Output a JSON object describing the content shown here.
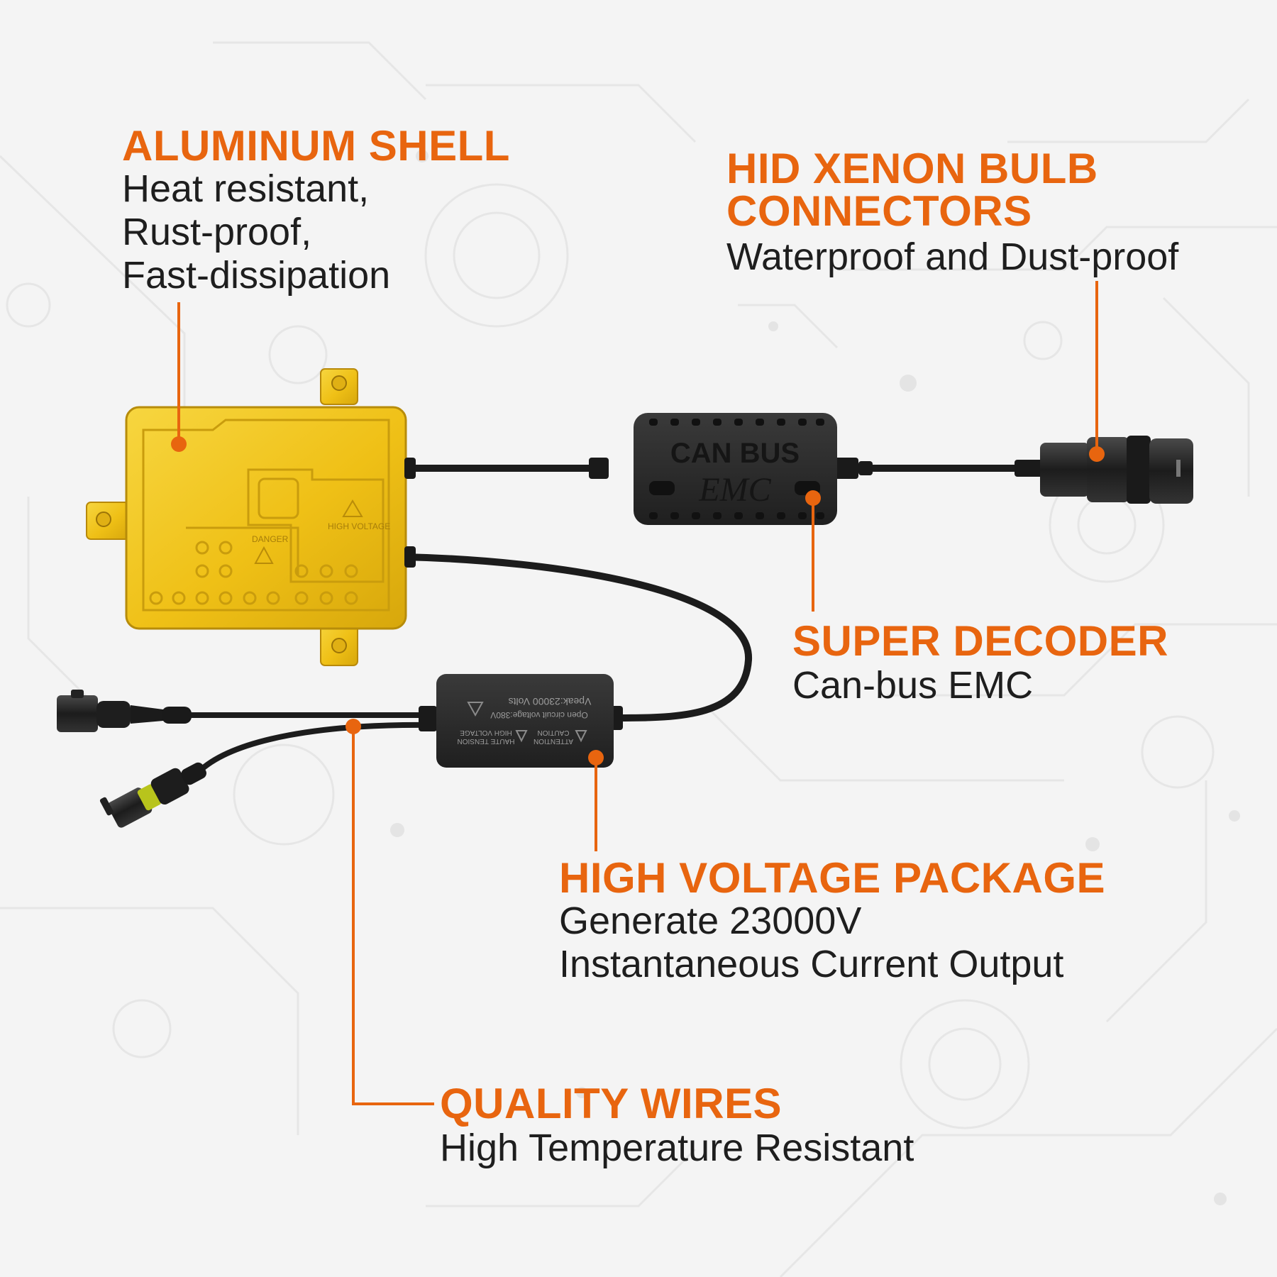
{
  "callouts": {
    "aluminum_shell": {
      "title": "ALUMINUM SHELL",
      "lines": [
        "Heat resistant,",
        "Rust-proof,",
        "Fast-dissipation"
      ]
    },
    "bulb_connectors": {
      "title_lines": [
        "HID XENON BULB",
        "CONNECTORS"
      ],
      "lines": [
        "Waterproof and Dust-proof"
      ]
    },
    "super_decoder": {
      "title": "SUPER DECODER",
      "lines": [
        "Can-bus EMC"
      ]
    },
    "high_voltage": {
      "title": "HIGH VOLTAGE PACKAGE",
      "lines": [
        "Generate 23000V",
        "Instantaneous Current Output"
      ]
    },
    "quality_wires": {
      "title": "QUALITY WIRES",
      "lines": [
        "High Temperature Resistant"
      ]
    }
  },
  "product_labels": {
    "ballast_high_voltage": "HIGH VOLTAGE",
    "ballast_danger": "DANGER",
    "decoder_top": "CAN BUS",
    "decoder_bottom": "EMC",
    "igniter_line1": "Vpeak:23000 Volts",
    "igniter_line2": "Open circuit voltage:380V",
    "igniter_warn_left": "HIGH VOLTAGE",
    "igniter_warn_left2": "HAUTE TENSION",
    "igniter_warn_right": "CAUTION",
    "igniter_warn_right2": "ATTENTION"
  },
  "colors": {
    "accent": "#e8650f",
    "text": "#1e1e1e",
    "ballast": "#f2c418",
    "module": "#2a2a2a",
    "background": "#f4f4f4"
  }
}
